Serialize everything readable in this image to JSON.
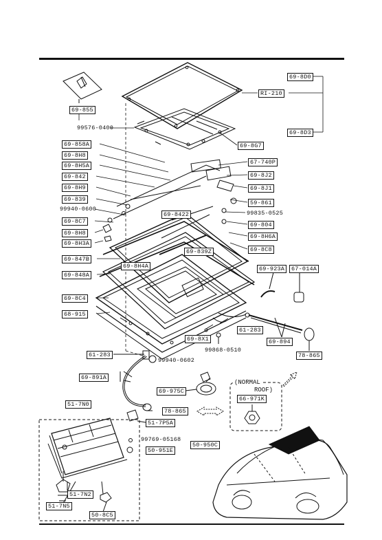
{
  "labels": {
    "p69_855": "69-855",
    "p99576": "99576-0400",
    "p69_858A": "69-858A",
    "p69_8H8": "69-8H8",
    "p69_8H5A": "69-8H5A",
    "p69_842": "69-842",
    "p69_8H9": "69-8H9",
    "p69_839": "69-839",
    "p99940_0600": "99940-0600",
    "p69_8C7_left": "69-8C7",
    "p69_8H8_lower": "69-8H8",
    "p69_8H3A": "69-8H3A",
    "p69_847B": "69-847B",
    "p69_848A": "69-848A",
    "p69_8C4": "69-8C4",
    "p68_915": "68-915",
    "p69_8D0": "69-8D0",
    "pRI_210": "RI-210",
    "p69_8D3": "69-8D3",
    "p69_8G7": "69-8G7",
    "p67_740P": "67-740P",
    "p69_8J2": "69-8J2",
    "p69_8J1": "69-8J1",
    "p59_861": "59-861",
    "p99835": "99835-0525",
    "p69_804": "69-804",
    "p69_8H6A": "69-8H6A",
    "p69_8C8": "69-8C8",
    "p69_8422": "69-8422",
    "p69_839Z": "69-839Z",
    "p69_8H4A": "69-8H4A",
    "p69_923A": "69-923A",
    "p67_014A": "67-014A",
    "p61_283_right": "61-283",
    "p69_894": "69-894",
    "p78_865_right": "78-865",
    "p69_8X1": "69-8X1",
    "p99868": "99868-0510",
    "p61_283_left": "61-283",
    "p99940_0602": "99940-0602",
    "p69_891A": "69-891A",
    "p69_975C": "69-975C",
    "p78_865_mid": "78-865",
    "p51_7P5A": "51-7P5A",
    "p66_971K": "66-971K",
    "p51_7N0": "51-7N0",
    "p99769": "99769-05168",
    "p50_950C": "50-950C",
    "p50_951E": "50-951E",
    "p51_7N2": "51-7N2",
    "p51_7N5": "51-7N5",
    "p50_8C5": "50-8C5"
  },
  "inset": {
    "title_line1": "(NORMAL",
    "title_line2": "ROOF)"
  },
  "colors": {
    "ink": "#111111",
    "paper": "#ffffff"
  }
}
